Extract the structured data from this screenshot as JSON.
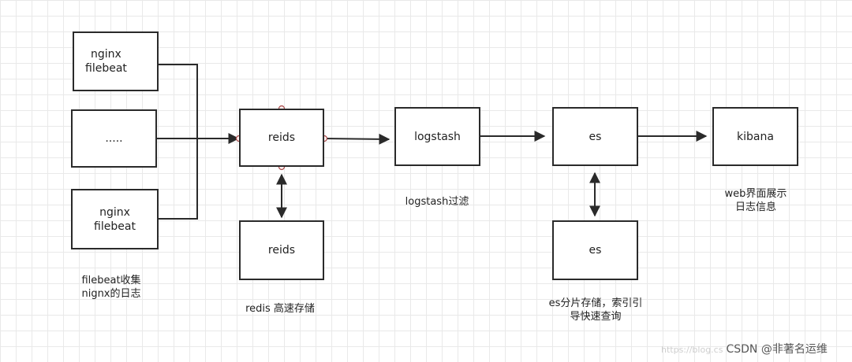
{
  "nodes": {
    "nginx_filebeat_top": "nginx\nfilebeat",
    "dots": ".....",
    "nginx_filebeat_bottom": "nginx\nfilebeat",
    "reids_main": "reids",
    "reids_replica": "reids",
    "logstash": "logstash",
    "es_main": "es",
    "es_replica": "es",
    "kibana": "kibana"
  },
  "captions": {
    "filebeat": "filebeat收集\nnignx的日志",
    "redis": "redis 高速存储",
    "logstash": "logstash过滤",
    "es": "es分片存储，索引引\n导快速查询",
    "kibana": "web界面展示\n日志信息"
  },
  "watermark": {
    "faint": "https://blog.cs",
    "text": "CSDN @非著名运维"
  },
  "colors": {
    "border": "#2a2a2a",
    "grid": "#e9e9e9",
    "connector_fill": "#fff0f0",
    "connector_stroke": "#a84a4a"
  }
}
